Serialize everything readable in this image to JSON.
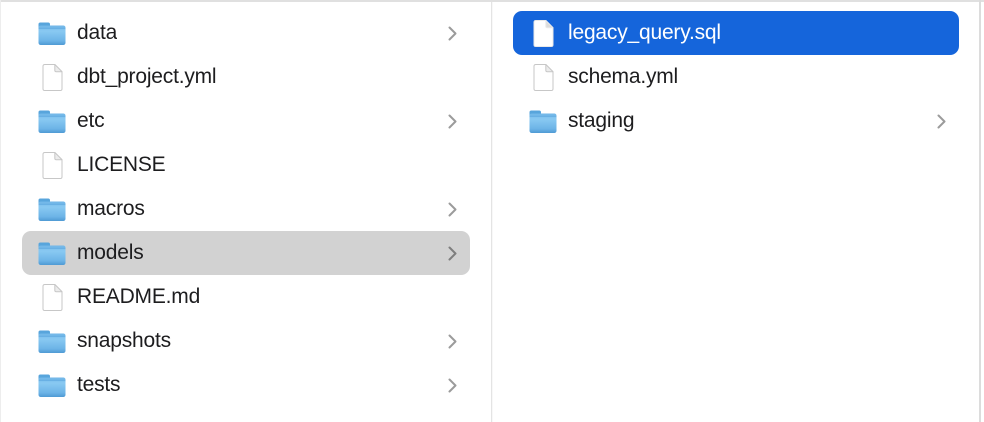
{
  "app": {
    "name": "finder-column-view",
    "view": "columns"
  },
  "colors": {
    "background": "#ffffff",
    "selection_primary": "#1565db",
    "selection_secondary": "#d2d2d2",
    "text": "#1d1d1f",
    "text_on_selection": "#ffffff",
    "divider": "#e4e4e4",
    "chevron": "#9b9b9b",
    "folder_blue_light": "#89c9f2",
    "folder_blue_dark": "#4f9ad4"
  },
  "columns": [
    {
      "name": "project-root-column",
      "items": [
        {
          "label": "data",
          "icon": "folder-icon",
          "chevron": true,
          "selected": "none"
        },
        {
          "label": "dbt_project.yml",
          "icon": "document-icon",
          "chevron": false,
          "selected": "none"
        },
        {
          "label": "etc",
          "icon": "folder-icon",
          "chevron": true,
          "selected": "none"
        },
        {
          "label": "LICENSE",
          "icon": "document-icon",
          "chevron": false,
          "selected": "none"
        },
        {
          "label": "macros",
          "icon": "folder-icon",
          "chevron": true,
          "selected": "none"
        },
        {
          "label": "models",
          "icon": "folder-icon",
          "chevron": true,
          "selected": "secondary"
        },
        {
          "label": "README.md",
          "icon": "document-icon",
          "chevron": false,
          "selected": "none"
        },
        {
          "label": "snapshots",
          "icon": "folder-icon",
          "chevron": true,
          "selected": "none"
        },
        {
          "label": "tests",
          "icon": "folder-icon",
          "chevron": true,
          "selected": "none"
        }
      ]
    },
    {
      "name": "models-folder-column",
      "items": [
        {
          "label": "legacy_query.sql",
          "icon": "document-icon",
          "chevron": false,
          "selected": "primary"
        },
        {
          "label": "schema.yml",
          "icon": "document-icon",
          "chevron": false,
          "selected": "none"
        },
        {
          "label": "staging",
          "icon": "folder-icon",
          "chevron": true,
          "selected": "none"
        }
      ]
    }
  ]
}
